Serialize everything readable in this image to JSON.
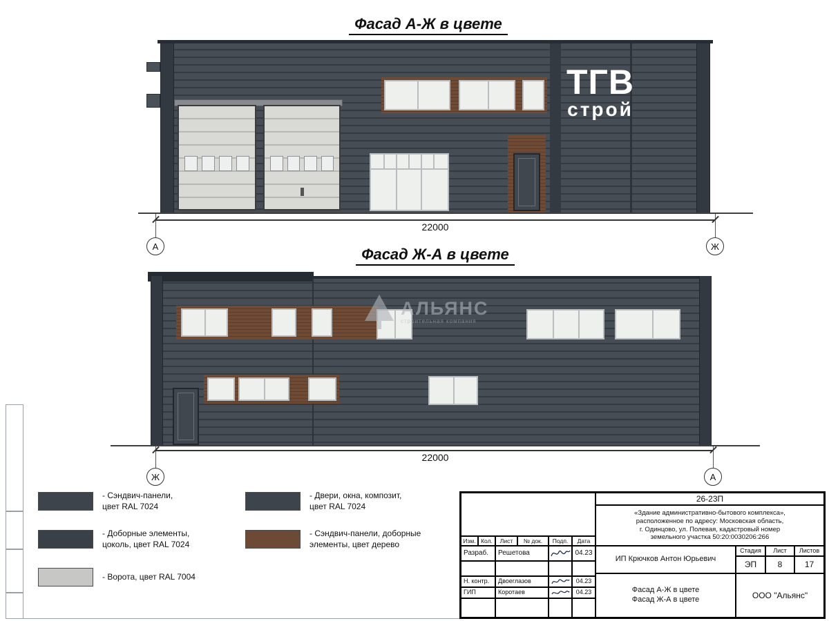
{
  "titles": {
    "facade1": "Фасад А-Ж в цвете",
    "facade2": "Фасад Ж-А в цвете"
  },
  "facade1": {
    "dim": "22000",
    "axis_left": "А",
    "axis_right": "Ж",
    "logo_line1": "ТГВ",
    "logo_line2": "строй"
  },
  "facade2": {
    "dim": "22000",
    "axis_left": "Ж",
    "axis_right": "А",
    "watermark_name": "АЛЬЯНС",
    "watermark_subtitle": "строительная компания"
  },
  "colors": {
    "wall": "#474d55",
    "wall_groove": "#343a41",
    "wood": "#6f4b36",
    "gate": "#d9d9d6",
    "window": "#eef0ee"
  },
  "legend": {
    "items": [
      {
        "label": "- Сэндвич-панели,\nцвет RAL 7024",
        "color": "#3e444c"
      },
      {
        "label": "- Доборные элементы,\nцоколь, цвет RAL 7024",
        "color": "#3a4047"
      },
      {
        "label": "- Ворота, цвет RAL 7004",
        "color": "#c7c8c6"
      },
      {
        "label": "- Двери, окна, композит,\nцвет RAL 7024",
        "color": "#3e444c"
      },
      {
        "label": "- Сэндвич-панели, доборные\nэлементы, цвет дерево",
        "color": "#6d4a35"
      }
    ]
  },
  "titleblock": {
    "code": "26-23П",
    "description": "«Здание административно-бытового комплекса»,\nрасположенное по адресу: Московская область,\nг. Одинцово, ул. Полевая, кадастровый номер\nземельного участка 50:20:0030206:266",
    "headers": {
      "izm": "Изм.",
      "kol": "Кол.",
      "list": "Лист",
      "doc": "№ док.",
      "podp": "Подп.",
      "data": "Дата"
    },
    "rows": [
      {
        "role": "Разраб.",
        "name": "Решетова",
        "date": "04.23"
      },
      {
        "role": "Н. контр.",
        "name": "Двоеглазов",
        "date": "04.23"
      },
      {
        "role": "ГИП",
        "name": "Коротаев",
        "date": "04.23"
      }
    ],
    "client": "ИП Крючков Антон Юрьевич",
    "stage_label": "Стадия",
    "list_label": "Лист",
    "listov_label": "Листов",
    "stage": "ЭП",
    "list_no": "8",
    "listov": "17",
    "drawing_title": "Фасад А-Ж в цвете\nФасад Ж-А в цвете",
    "company": "ООО \"Альянс\""
  }
}
